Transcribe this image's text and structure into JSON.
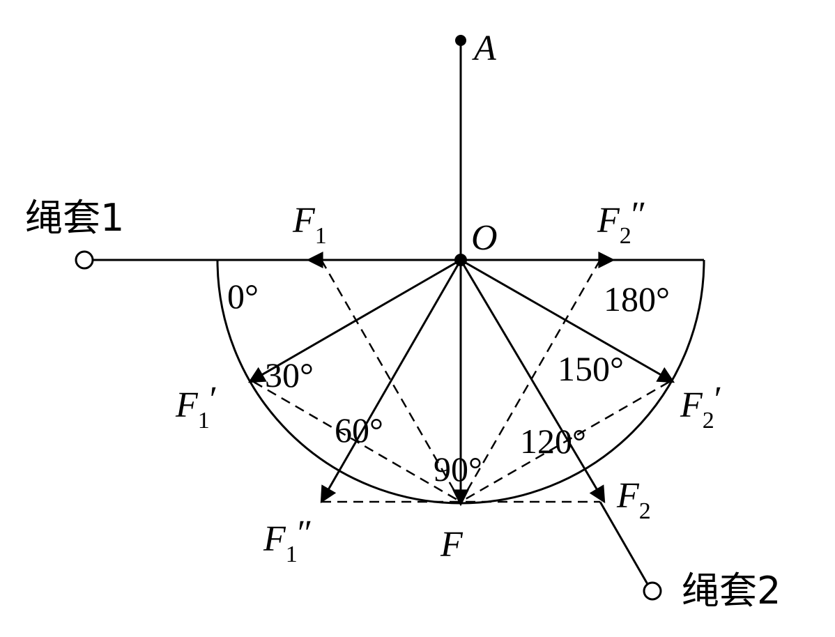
{
  "labels": {
    "A": "A",
    "O": "O",
    "F": "F",
    "F1": "F",
    "F1_sub": "1",
    "F1p": "F",
    "F1p_sub": "1",
    "F1p_mark": "′",
    "F1pp": "F",
    "F1pp_sub": "1",
    "F1pp_mark": "″",
    "F2": "F",
    "F2_sub": "2",
    "F2p": "F",
    "F2p_sub": "2",
    "F2p_mark": "′",
    "F2pp": "F",
    "F2pp_sub": "2",
    "F2pp_mark": "″",
    "rope1": "绳套1",
    "rope2": "绳套2"
  },
  "angles": {
    "a0": "0°",
    "a30": "30°",
    "a60": "60°",
    "a90": "90°",
    "a120": "120°",
    "a150": "150°",
    "a180": "180°"
  }
}
